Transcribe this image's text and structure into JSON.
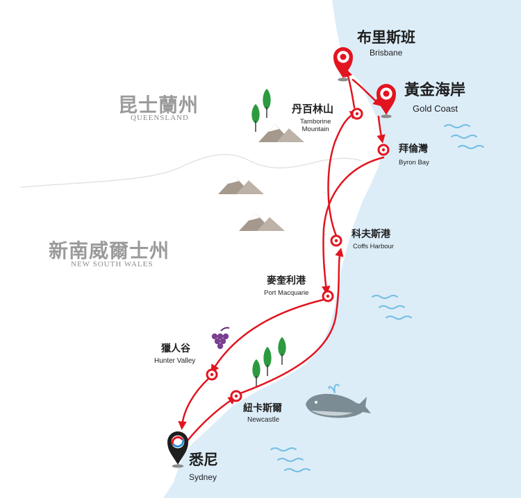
{
  "colors": {
    "sea": "#dcedf8",
    "land": "#ffffff",
    "route": "#e2141f",
    "wave": "#74bde3",
    "mountain": "#a5998d",
    "tree": "#2c9a3f",
    "grape": "#7b3f91",
    "whale": "#7b8c95",
    "region_text": "#9a9a9a"
  },
  "regions": {
    "queensland": {
      "zh": "昆士蘭州",
      "en": "QUEENSLAND"
    },
    "nsw": {
      "zh": "新南威爾士州",
      "en": "NEW SOUTH WALES"
    }
  },
  "cities": {
    "brisbane": {
      "zh": "布里斯班",
      "en": "Brisbane",
      "marker": "pin-icon"
    },
    "goldcoast": {
      "zh": "黃金海岸",
      "en": "Gold Coast",
      "marker": "pin-icon"
    },
    "tamborine": {
      "zh": "丹百林山",
      "en": "Tamborine\nMountain",
      "marker": "dot"
    },
    "byron": {
      "zh": "拜倫灣",
      "en": "Byron Bay",
      "marker": "dot"
    },
    "coffs": {
      "zh": "科夫斯港",
      "en": "Coffs Harbour",
      "marker": "dot"
    },
    "portmac": {
      "zh": "麥奎利港",
      "en": "Port Macquarie",
      "marker": "dot"
    },
    "hunter": {
      "zh": "獵人谷",
      "en": "Hunter Valley",
      "marker": "dot"
    },
    "newcastle": {
      "zh": "紐卡斯爾",
      "en": "Newcastle",
      "marker": "dot"
    },
    "sydney": {
      "zh": "悉尼",
      "en": "Sydney",
      "marker": "start-pin-icon"
    }
  },
  "route_order": [
    "sydney",
    "newcastle",
    "coffs",
    "tamborine",
    "brisbane",
    "goldcoast",
    "byron",
    "portmac",
    "hunter",
    "sydney"
  ],
  "icons": [
    "mountain-icon",
    "tree-icon",
    "grape-icon",
    "whale-icon",
    "wave-icon"
  ]
}
